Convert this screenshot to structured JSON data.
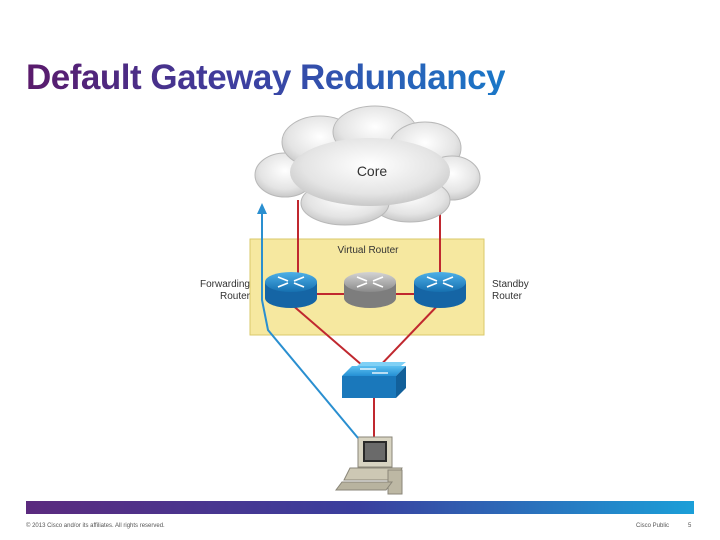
{
  "slide": {
    "title": "Default Gateway Redundancy"
  },
  "diagram": {
    "cloud_label": "Core",
    "virtual_router_label": "Virtual Router",
    "forwarding_router_label": [
      "Forwarding",
      "Router"
    ],
    "standby_router_label": [
      "Standby",
      "Router"
    ]
  },
  "footer": {
    "copyright": "© 2013 Cisco and/or its affiliates. All rights reserved.",
    "classification": "Cisco Public",
    "page_number": "5"
  },
  "colors": {
    "title_gradient": [
      "#5a1a6b",
      "#1a78c8"
    ],
    "virtual_router_box": "#f6e8a0",
    "link_red": "#c0282f",
    "path_blue": "#2a8fd0",
    "router_blue": "#1e86c8",
    "router_gray": "#9a9a9a"
  }
}
